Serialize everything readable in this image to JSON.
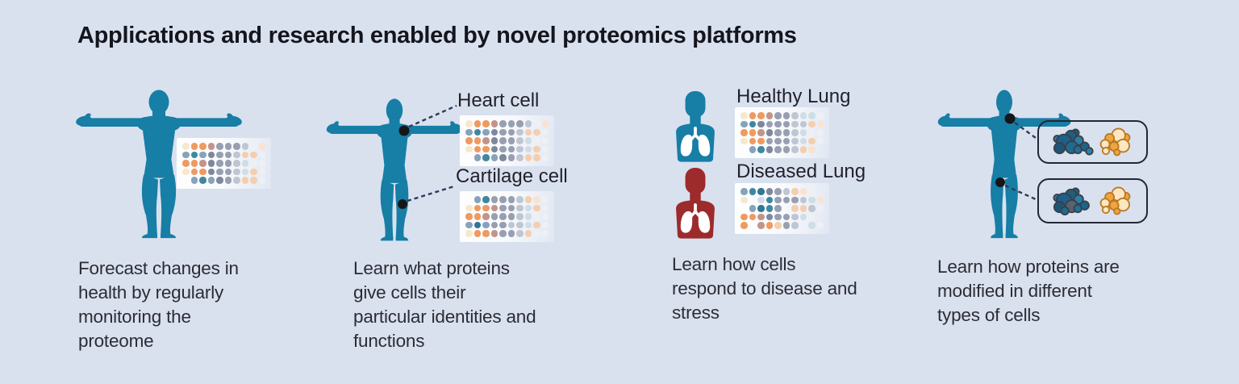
{
  "title": "Applications and research enabled by novel proteomics platforms",
  "colors": {
    "background": "#d9e1ef",
    "figure_teal": "#177ea6",
    "diseased_red": "#9d2b2c",
    "title_text": "#15151d",
    "caption_text": "#2c2c34",
    "connector": "#2b3c58",
    "protein_blue": "#1d608a",
    "protein_orange": "#f2a33e"
  },
  "palette": {
    "c": "#f7e8cc",
    "o": "#ef9a60",
    "m": "#c3948a",
    "t": "#3f87a0",
    "T": "#2f7792",
    "b": "#87a3bb",
    "d": "#7e879c",
    "g": "#979fb1",
    "l": "#bfc6d3",
    "s": "#cfdde6",
    "p": "#f5cead",
    "P": "#f9e2d0",
    "w": "#edf0f5"
  },
  "panels": {
    "forecast": {
      "caption": [
        "Forecast changes in",
        "health by regularly",
        "monitoring the",
        "proteome"
      ],
      "matrix": [
        "coomggglwP",
        "btbdgglppw",
        "oomdgglsww",
        "coodgglspw",
        ".btbdglppw"
      ]
    },
    "identities": {
      "caption": [
        "Learn what proteins",
        "give cells their",
        "particular identities and",
        "functions"
      ],
      "heart_label": "Heart cell",
      "cartilage_label": "Cartilage cell",
      "heart_matrix": [
        "coomggglwP",
        "btbdgglppw",
        "oomdgglsww",
        "coodgglspw",
        ".btbdglppw"
      ],
      "cartilage_matrix": [
        ".btggglpPw",
        "coomgglspw",
        "oomggglsww",
        "bTbggllspw",
        "coomgglpww"
      ]
    },
    "disease": {
      "caption": [
        "Learn how cells",
        "respond to disease and",
        "stress"
      ],
      "healthy_label": "Healthy Lung",
      "diseased_label": "Diseased Lung",
      "healthy_matrix": [
        "coomgglssw",
        "btdgggllpP",
        "oomdgglsww",
        "cooggglspw",
        ".btdgglpP."
      ],
      "diseased_matrix": [
        "btTdglpPw.",
        "c.stggglsP",
        ".bTtg.pplw",
        "oomdgglsw.",
        "o.mopgl.sw"
      ]
    },
    "modifications": {
      "caption": [
        "Learn how proteins are",
        "modified in different",
        "types of cells"
      ]
    }
  }
}
